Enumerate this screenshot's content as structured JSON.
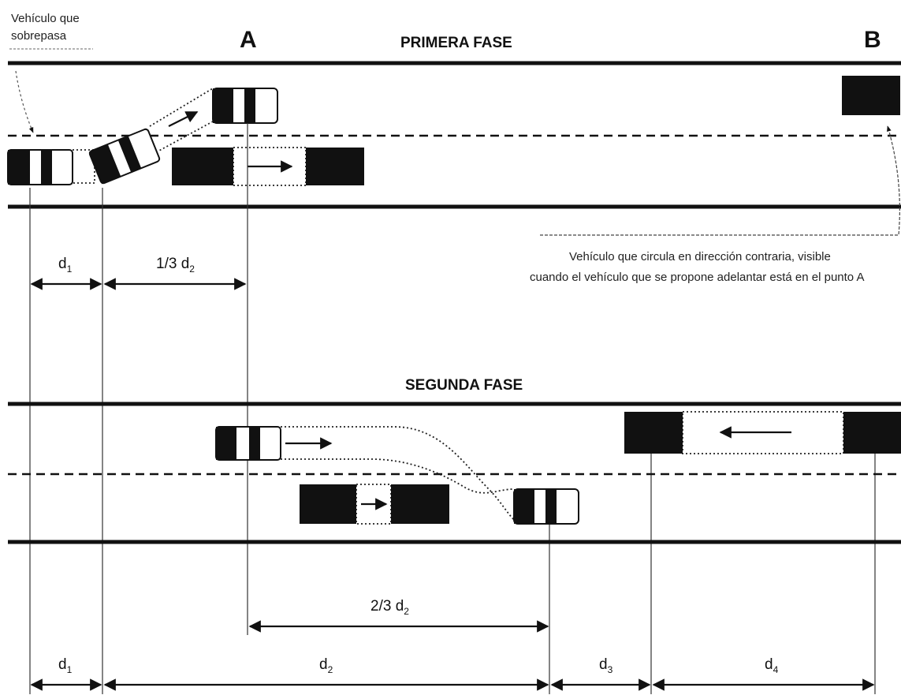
{
  "labels": {
    "passing_vehicle": [
      "Vehículo que",
      "sobrepasa"
    ],
    "point_a": "A",
    "point_b": "B",
    "phase_1": "PRIMERA FASE",
    "phase_2": "SEGUNDA FASE",
    "opposing_note": [
      "Vehículo que circula en dirección contraria, visible",
      "cuando el vehículo que se propone adelantar está en el punto A"
    ]
  },
  "dimensions_phase1": {
    "d1": {
      "base": "d",
      "sub": "1"
    },
    "one_third_d2": {
      "base": "1/3 d",
      "sub": "2"
    }
  },
  "dimensions_phase2": {
    "two_thirds_d2": {
      "base": "2/3 d",
      "sub": "2"
    }
  },
  "dimensions_total": {
    "d1": {
      "base": "d",
      "sub": "1"
    },
    "d2": {
      "base": "d",
      "sub": "2"
    },
    "d3": {
      "base": "d",
      "sub": "3"
    },
    "d4": {
      "base": "d",
      "sub": "4"
    }
  },
  "colors": {
    "ink": "#111111",
    "background": "#ffffff"
  }
}
